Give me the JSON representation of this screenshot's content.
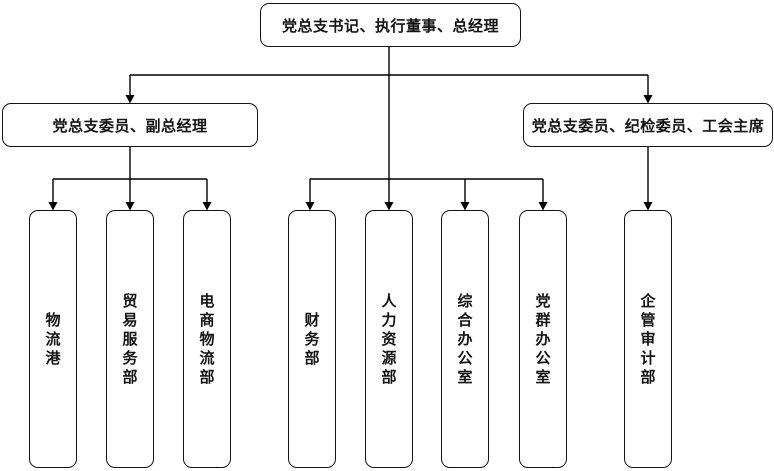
{
  "diagram": {
    "title": "organization-chart",
    "root": {
      "label": "党总支书记、执行董事、总经理"
    },
    "level2": [
      {
        "label": "党总支委员、副总经理"
      },
      {
        "label": "党总支委员、纪检委员、工会主席"
      }
    ],
    "departments": [
      {
        "label": "物流港"
      },
      {
        "label": "贸易服务部"
      },
      {
        "label": "电商物流部"
      },
      {
        "label": "财务部"
      },
      {
        "label": "人力资源部"
      },
      {
        "label": "综合办公室"
      },
      {
        "label": "党群办公室"
      },
      {
        "label": "企管审计部"
      }
    ],
    "colors": {
      "line": "#000000",
      "box_border": "#141414",
      "box_background": "#ffffff",
      "text": "#141414",
      "page_background": "#ffffff"
    }
  }
}
